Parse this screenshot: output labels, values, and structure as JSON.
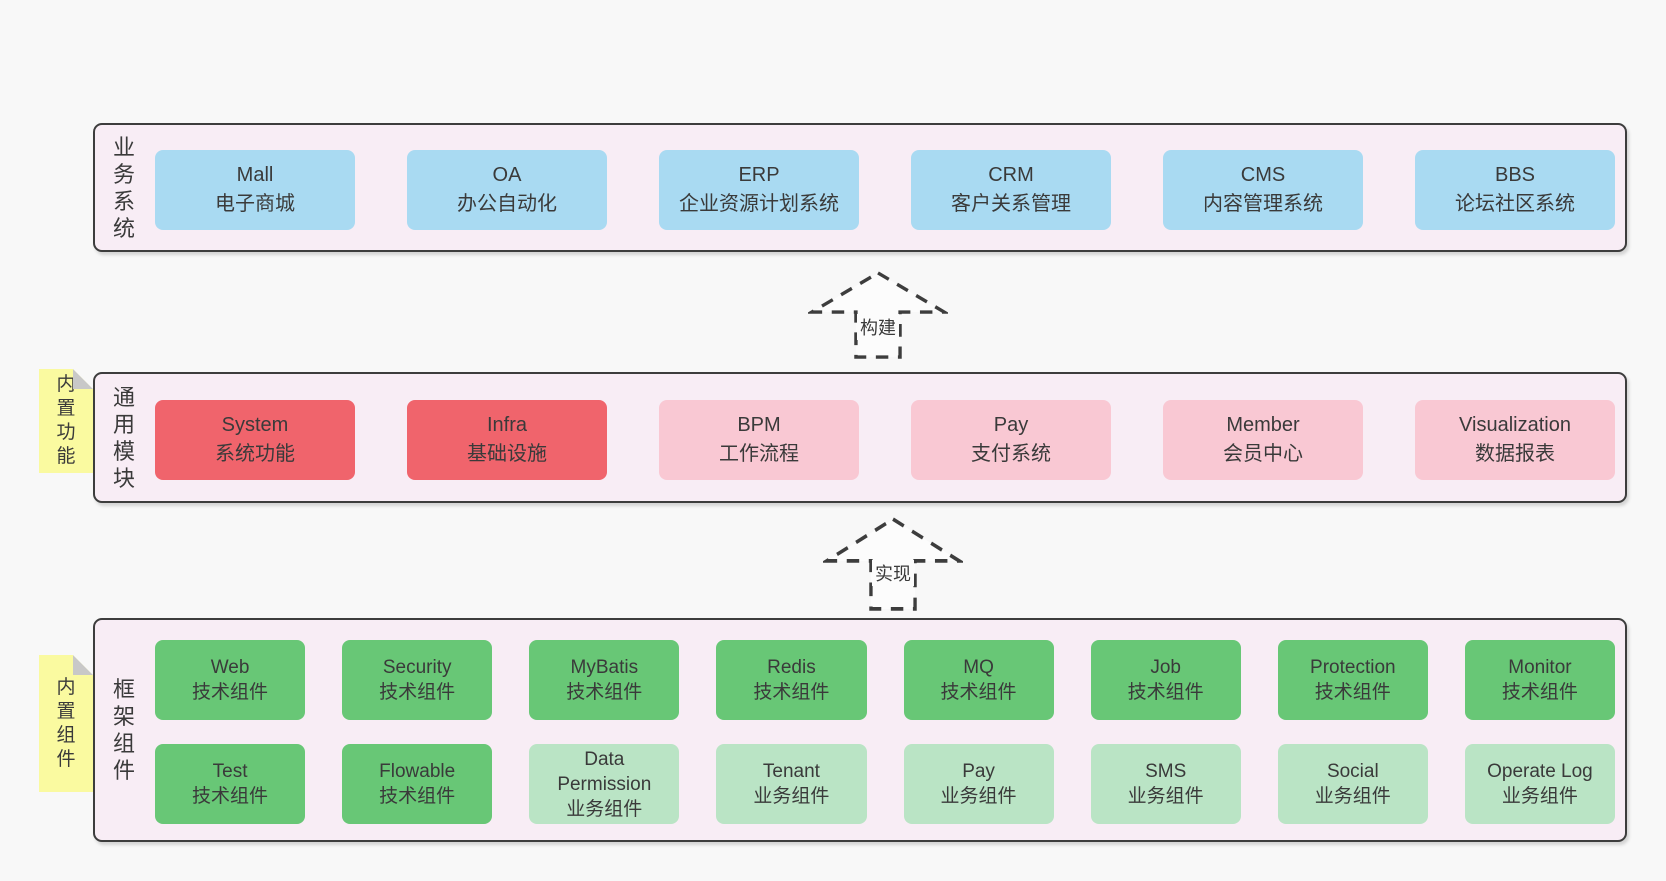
{
  "palette": {
    "page_bg": "#f8f8f8",
    "section_bg": "#f8edf5",
    "section_border": "#3d3d3d",
    "text": "#3a3a3a",
    "blue": "#a9daf2",
    "red": "#f0646c",
    "pink": "#f9c8d3",
    "green": "#68c776",
    "green_light": "#bae4c5",
    "note_yellow": "#fafaa0",
    "note_fold_gray": "#c8c8c8"
  },
  "sections": [
    {
      "name": "业务系统",
      "note": "",
      "rows": [
        [
          {
            "title": "Mall",
            "subtitle": "电子商城",
            "variant": "blue"
          },
          {
            "title": "OA",
            "subtitle": "办公自动化",
            "variant": "blue"
          },
          {
            "title": "ERP",
            "subtitle": "企业资源计划系统",
            "variant": "blue"
          },
          {
            "title": "CRM",
            "subtitle": "客户关系管理",
            "variant": "blue"
          },
          {
            "title": "CMS",
            "subtitle": "内容管理系统",
            "variant": "blue"
          },
          {
            "title": "BBS",
            "subtitle": "论坛社区系统",
            "variant": "blue"
          }
        ]
      ]
    },
    {
      "name": "通用模块",
      "note": "内置功能",
      "rows": [
        [
          {
            "title": "System",
            "subtitle": "系统功能",
            "variant": "red"
          },
          {
            "title": "Infra",
            "subtitle": "基础设施",
            "variant": "red"
          },
          {
            "title": "BPM",
            "subtitle": "工作流程",
            "variant": "pink"
          },
          {
            "title": "Pay",
            "subtitle": "支付系统",
            "variant": "pink"
          },
          {
            "title": "Member",
            "subtitle": "会员中心",
            "variant": "pink"
          },
          {
            "title": "Visualization",
            "subtitle": "数据报表",
            "variant": "pink"
          }
        ]
      ]
    },
    {
      "name": "框架组件",
      "note": "内置组件",
      "rows": [
        [
          {
            "title": "Web",
            "subtitle": "技术组件",
            "variant": "green"
          },
          {
            "title": "Security",
            "subtitle": "技术组件",
            "variant": "green"
          },
          {
            "title": "MyBatis",
            "subtitle": "技术组件",
            "variant": "green"
          },
          {
            "title": "Redis",
            "subtitle": "技术组件",
            "variant": "green"
          },
          {
            "title": "MQ",
            "subtitle": "技术组件",
            "variant": "green"
          },
          {
            "title": "Job",
            "subtitle": "技术组件",
            "variant": "green"
          },
          {
            "title": "Protection",
            "subtitle": "技术组件",
            "variant": "green"
          },
          {
            "title": "Monitor",
            "subtitle": "技术组件",
            "variant": "green"
          }
        ],
        [
          {
            "title": "Test",
            "subtitle": "技术组件",
            "variant": "green"
          },
          {
            "title": "Flowable",
            "subtitle": "技术组件",
            "variant": "green"
          },
          {
            "title": "Data Permission",
            "subtitle": "业务组件",
            "variant": "green-light"
          },
          {
            "title": "Tenant",
            "subtitle": "业务组件",
            "variant": "green-light"
          },
          {
            "title": "Pay",
            "subtitle": "业务组件",
            "variant": "green-light"
          },
          {
            "title": "SMS",
            "subtitle": "业务组件",
            "variant": "green-light"
          },
          {
            "title": "Social",
            "subtitle": "业务组件",
            "variant": "green-light"
          },
          {
            "title": "Operate Log",
            "subtitle": "业务组件",
            "variant": "green-light"
          }
        ]
      ]
    }
  ],
  "arrows": [
    {
      "label": "构建"
    },
    {
      "label": "实现"
    }
  ]
}
